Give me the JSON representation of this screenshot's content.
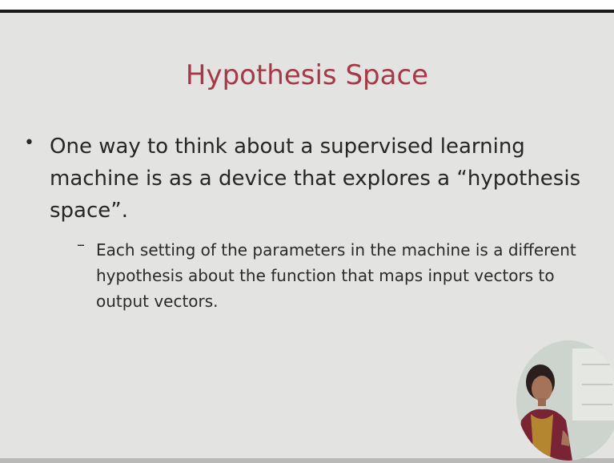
{
  "slide": {
    "title": "Hypothesis Space",
    "bullet_marker": "•",
    "bullet_text": "One way to think about a supervised learning machine is as a device that explores a “hypothesis space”.",
    "sub_marker": "–",
    "sub_text": "Each setting of the parameters in the machine is a different hypothesis about the function that maps input vectors to output vectors."
  },
  "colors": {
    "background": "#e3e3e1",
    "title": "#a53945",
    "text": "#262626"
  },
  "icons": {
    "speaker": "presenter-video-inset"
  }
}
